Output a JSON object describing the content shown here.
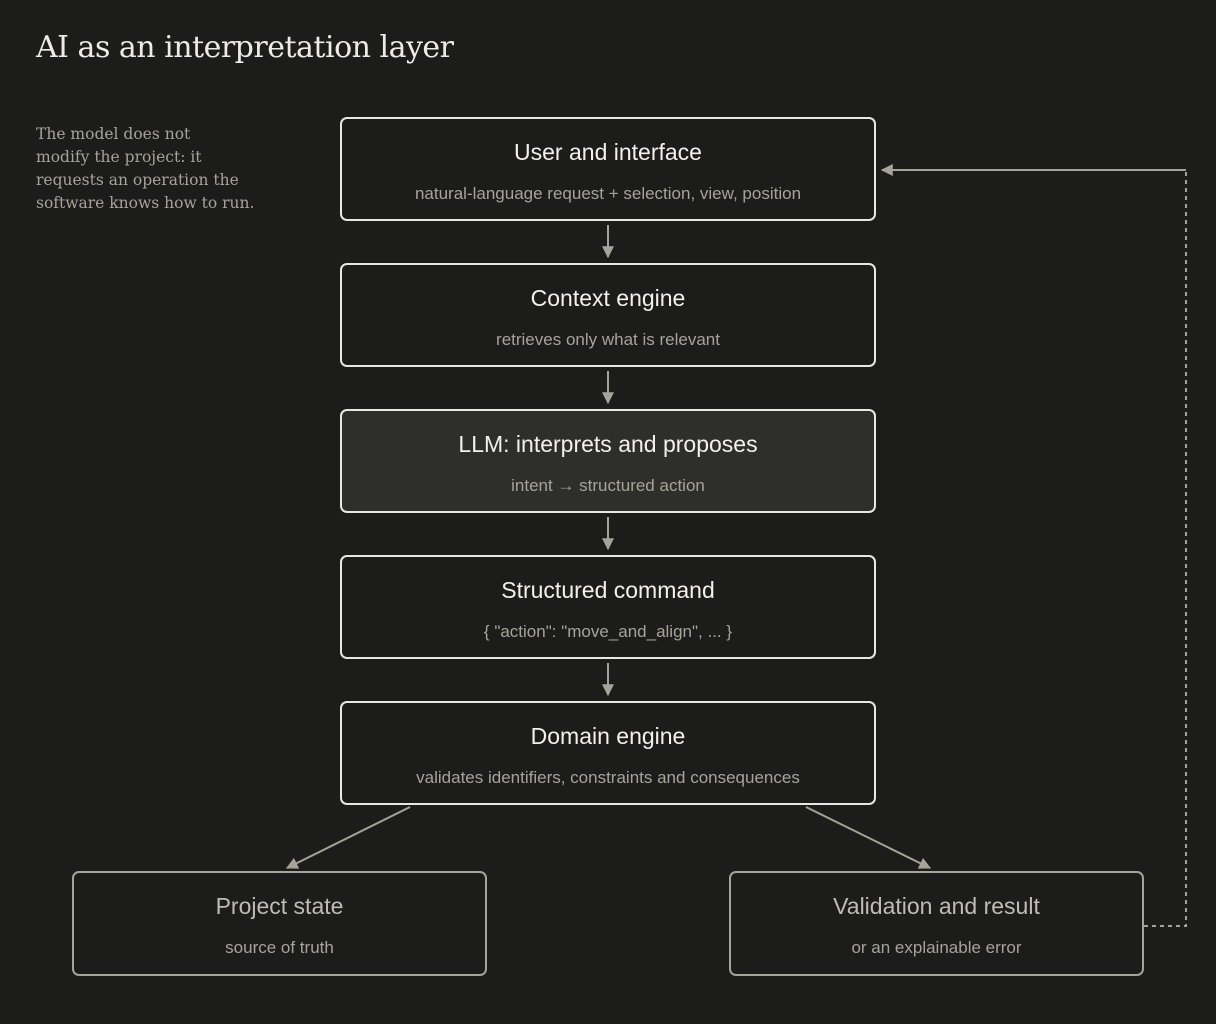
{
  "title": "AI as an interpretation layer",
  "note": {
    "lines": [
      "The model does not",
      "modify the project: it",
      "requests an operation the",
      "software knows how to run."
    ]
  },
  "nodes": {
    "user": {
      "title": "User and interface",
      "subtitle": "natural-language request + selection, view, position"
    },
    "context": {
      "title": "Context engine",
      "subtitle": "retrieves only what is relevant"
    },
    "llm": {
      "title": "LLM: interprets and proposes",
      "subtitle": "intent → structured action"
    },
    "command": {
      "title": "Structured command",
      "subtitle": "{ \"action\": \"move_and_align\", ... }"
    },
    "domain": {
      "title": "Domain engine",
      "subtitle": "validates identifiers, constraints and consequences"
    },
    "state": {
      "title": "Project state",
      "subtitle": "source of truth"
    },
    "result": {
      "title": "Validation and result",
      "subtitle": "or an explainable error"
    }
  },
  "edges": [
    {
      "from": "user",
      "to": "context",
      "style": "solid"
    },
    {
      "from": "context",
      "to": "llm",
      "style": "solid"
    },
    {
      "from": "llm",
      "to": "command",
      "style": "solid"
    },
    {
      "from": "command",
      "to": "domain",
      "style": "solid"
    },
    {
      "from": "domain",
      "to": "state",
      "style": "solid"
    },
    {
      "from": "domain",
      "to": "result",
      "style": "solid"
    },
    {
      "from": "result",
      "to": "user",
      "style": "dashed"
    }
  ],
  "colors": {
    "background": "#1c1c1a",
    "box_border": "#e8e7e2",
    "muted_border": "#a5a49b",
    "highlight_fill": "#2e2e2a",
    "text": "#f2f1ec",
    "subtext": "#a5a49b",
    "arrow": "#a5a49b"
  }
}
